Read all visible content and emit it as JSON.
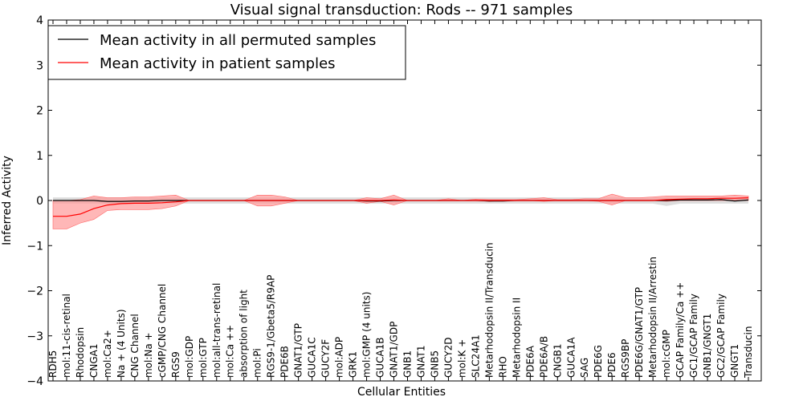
{
  "chart_data": {
    "type": "line",
    "title": "Visual signal transduction: Rods -- 971 samples",
    "xlabel": "Cellular Entities",
    "ylabel": "Inferred Activity",
    "ylim": [
      -4,
      4
    ],
    "yticks": [
      "−4",
      "−3",
      "−2",
      "−1",
      "0",
      "1",
      "2",
      "3",
      "4"
    ],
    "grid": false,
    "legend_position": "top-left",
    "categories": [
      "RDH5",
      "mol:11-cis-retinal",
      "Rhodopsin",
      "CNGA1",
      "mol:Ca2+",
      "Na + (4 Units)",
      "CNG Channel",
      "mol:Na +",
      "cGMP/CNG Channel",
      "RGS9",
      "mol:GDP",
      "mol:GTP",
      "mol:all-trans-retinal",
      "mol:Ca ++",
      "absorption of light",
      "mol:Pi",
      "RGS9-1/Gbeta5/R9AP",
      "PDE6B",
      "GNAT1/GTP",
      "GUCA1C",
      "GUCY2F",
      "mol:ADP",
      "GRK1",
      "mol:GMP (4 units)",
      "GUCA1B",
      "GNAT1/GDP",
      "GNB1",
      "GNAT1",
      "GNB5",
      "GUCY2D",
      "mol:K +",
      "SLC24A1",
      "Metarhodopsin II/Transducin",
      "RHO",
      "Metarhodopsin II",
      "PDE6A",
      "PDE6A/B",
      "CNGB1",
      "GUCA1A",
      "SAG",
      "PDE6G",
      "PDE6",
      "RGS9BP",
      "PDE6G/GNAT1/GTP",
      "Metarhodopsin II/Arrestin",
      "mol:cGMP",
      "GCAP Family/Ca ++",
      "GC1/GCAP Family",
      "GNB1/GNGT1",
      "GC2/GCAP Family",
      "GNGT1",
      "Transducin"
    ],
    "series": [
      {
        "name": "Mean activity in all permuted samples",
        "color": "#000000",
        "values": [
          0,
          0,
          0,
          0,
          -0.02,
          -0.02,
          -0.01,
          -0.01,
          0,
          0,
          0,
          0,
          0,
          0,
          0,
          0,
          0,
          0,
          0,
          0,
          0,
          0,
          0,
          -0.01,
          -0.01,
          0,
          0,
          0,
          0,
          0,
          0,
          0,
          -0.01,
          -0.01,
          0,
          0,
          0,
          0,
          0,
          0,
          0,
          0,
          0,
          0,
          0,
          0,
          0.01,
          0.01,
          0.01,
          0.02,
          -0.01,
          0.01
        ],
        "band_low": [
          -0.07,
          -0.07,
          -0.07,
          -0.07,
          -0.07,
          -0.07,
          -0.07,
          -0.07,
          -0.07,
          -0.07,
          -0.07,
          -0.07,
          -0.07,
          -0.07,
          -0.07,
          -0.07,
          -0.07,
          -0.07,
          -0.07,
          -0.07,
          -0.07,
          -0.07,
          -0.07,
          -0.07,
          -0.07,
          -0.07,
          -0.07,
          -0.07,
          -0.07,
          -0.07,
          -0.07,
          -0.07,
          -0.07,
          -0.07,
          -0.07,
          -0.07,
          -0.07,
          -0.07,
          -0.07,
          -0.07,
          -0.07,
          -0.07,
          -0.07,
          -0.07,
          -0.07,
          -0.12,
          -0.07,
          -0.07,
          -0.07,
          -0.07,
          -0.07,
          -0.07
        ],
        "band_high": [
          0.07,
          0.07,
          0.07,
          0.07,
          0.07,
          0.07,
          0.07,
          0.07,
          0.07,
          0.07,
          0.07,
          0.07,
          0.07,
          0.07,
          0.07,
          0.07,
          0.07,
          0.07,
          0.07,
          0.07,
          0.07,
          0.07,
          0.07,
          0.07,
          0.07,
          0.07,
          0.07,
          0.07,
          0.07,
          0.07,
          0.07,
          0.07,
          0.07,
          0.07,
          0.07,
          0.07,
          0.07,
          0.07,
          0.07,
          0.07,
          0.07,
          0.07,
          0.07,
          0.07,
          0.07,
          0.07,
          0.07,
          0.07,
          0.07,
          0.07,
          0.07,
          0.07
        ]
      },
      {
        "name": "Mean activity in patient samples",
        "color": "#ff0000",
        "values": [
          -0.35,
          -0.35,
          -0.3,
          -0.18,
          -0.1,
          -0.07,
          -0.06,
          -0.06,
          -0.05,
          -0.03,
          0,
          0,
          0,
          0,
          0,
          0,
          0,
          0,
          0,
          0,
          0,
          0,
          0,
          0,
          0,
          0.01,
          0,
          0,
          0,
          0,
          0,
          0,
          0,
          0,
          0,
          0,
          0,
          0,
          0,
          0,
          0,
          0,
          0,
          0,
          0,
          0.02,
          0.03,
          0.04,
          0.04,
          0.05,
          0.05,
          0.06
        ],
        "band_low": [
          -0.63,
          -0.63,
          -0.5,
          -0.42,
          -0.22,
          -0.2,
          -0.2,
          -0.2,
          -0.18,
          -0.12,
          0,
          0,
          0,
          0,
          0,
          -0.12,
          -0.12,
          -0.06,
          0,
          0,
          0,
          0,
          0,
          -0.06,
          -0.02,
          -0.1,
          0,
          0,
          0,
          0,
          0,
          0,
          -0.02,
          0,
          0,
          0,
          -0.02,
          0,
          0,
          0,
          -0.02,
          -0.1,
          0,
          0,
          0,
          -0.02,
          0,
          0,
          0,
          0,
          0,
          0
        ],
        "band_high": [
          0,
          0,
          0.02,
          0.1,
          0.06,
          0.06,
          0.08,
          0.08,
          0.1,
          0.12,
          0,
          0,
          0,
          0,
          0,
          0.12,
          0.12,
          0.08,
          0,
          0,
          0,
          0,
          0,
          0.06,
          0.04,
          0.12,
          0,
          0,
          0,
          0.04,
          0,
          0.03,
          0.02,
          0.02,
          0.02,
          0.04,
          0.06,
          0.02,
          0.02,
          0.04,
          0.04,
          0.14,
          0.06,
          0.06,
          0.08,
          0.1,
          0.1,
          0.1,
          0.1,
          0.1,
          0.12,
          0.1
        ]
      }
    ],
    "band_colors": {
      "permuted": "#d9d9d9",
      "patient": "#ff9999"
    }
  }
}
